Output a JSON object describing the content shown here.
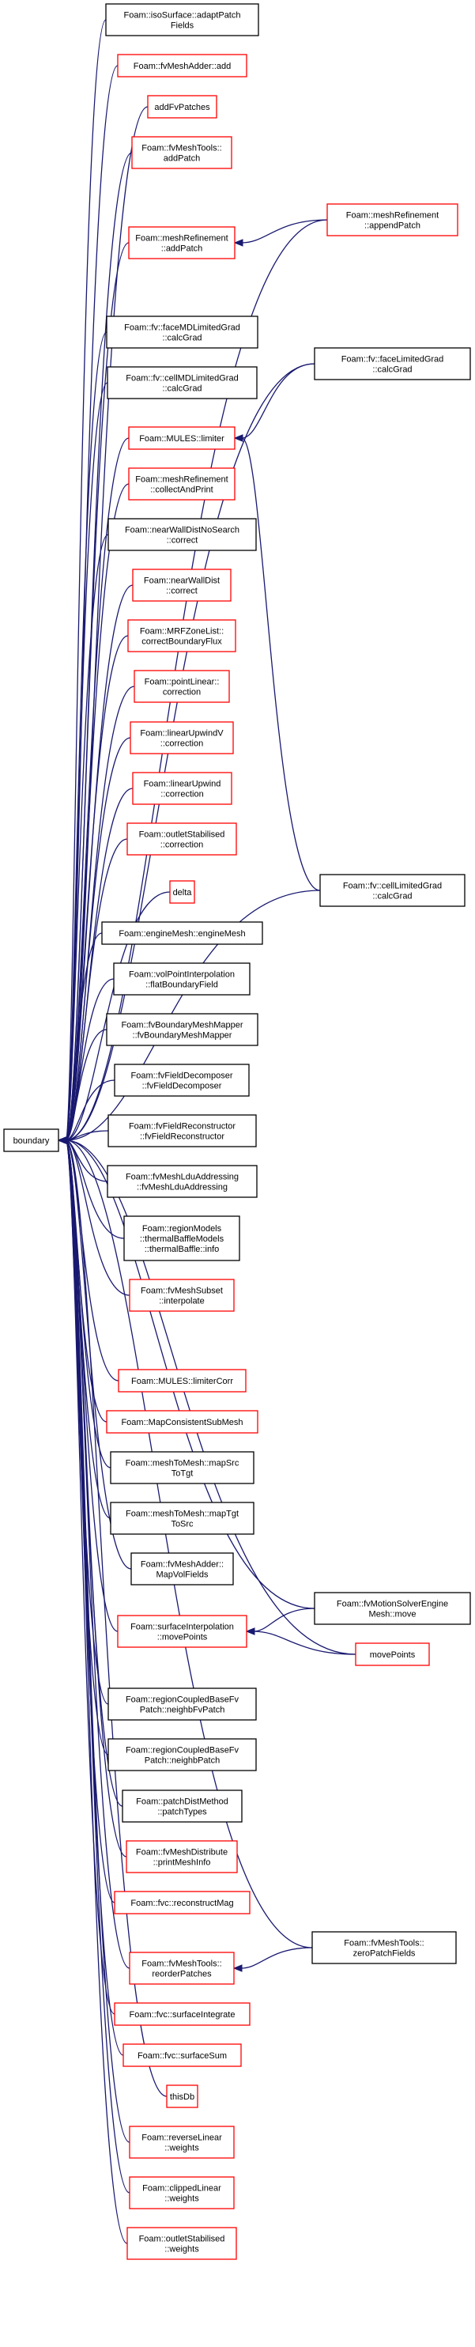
{
  "colors": {
    "edge": "#191970",
    "border_documented": "#000000",
    "border_undocumented": "#ff0000",
    "root_fill": "#bfbfbf",
    "node_fill": "#ffffff",
    "text": "#000000"
  },
  "nodes": [
    {
      "id": "boundary",
      "lines": [
        "boundary"
      ],
      "root": true
    },
    {
      "id": "isoSurface_adaptPatchFields",
      "lines": [
        "Foam::isoSurface::adaptPatch",
        "Fields"
      ],
      "border": "black"
    },
    {
      "id": "fvMeshAdder_add",
      "lines": [
        "Foam::fvMeshAdder::add"
      ],
      "border": "red"
    },
    {
      "id": "addFvPatches",
      "lines": [
        "addFvPatches"
      ],
      "border": "red"
    },
    {
      "id": "fvMeshTools_addPatch",
      "lines": [
        "Foam::fvMeshTools::",
        "addPatch"
      ],
      "border": "red"
    },
    {
      "id": "meshRefinement_addPatch",
      "lines": [
        "Foam::meshRefinement",
        "::addPatch"
      ],
      "border": "red"
    },
    {
      "id": "meshRefinement_appendPatch",
      "lines": [
        "Foam::meshRefinement",
        "::appendPatch"
      ],
      "border": "red"
    },
    {
      "id": "faceMDLimitedGrad_calcGrad",
      "lines": [
        "Foam::fv::faceMDLimitedGrad",
        "::calcGrad"
      ],
      "border": "black"
    },
    {
      "id": "faceLimitedGrad_calcGrad",
      "lines": [
        "Foam::fv::faceLimitedGrad",
        "::calcGrad"
      ],
      "border": "black"
    },
    {
      "id": "cellMDLimitedGrad_calcGrad",
      "lines": [
        "Foam::fv::cellMDLimitedGrad",
        "::calcGrad"
      ],
      "border": "black"
    },
    {
      "id": "MULES_limiter",
      "lines": [
        "Foam::MULES::limiter"
      ],
      "border": "red"
    },
    {
      "id": "meshRefinement_collectAndPrint",
      "lines": [
        "Foam::meshRefinement",
        "::collectAndPrint"
      ],
      "border": "red"
    },
    {
      "id": "nearWallDistNoSearch_correct",
      "lines": [
        "Foam::nearWallDistNoSearch",
        "::correct"
      ],
      "border": "black"
    },
    {
      "id": "nearWallDist_correct",
      "lines": [
        "Foam::nearWallDist",
        "::correct"
      ],
      "border": "red"
    },
    {
      "id": "MRFZoneList_correctBoundaryFlux",
      "lines": [
        "Foam::MRFZoneList::",
        "correctBoundaryFlux"
      ],
      "border": "red"
    },
    {
      "id": "pointLinear_correction",
      "lines": [
        "Foam::pointLinear::",
        "correction"
      ],
      "border": "red"
    },
    {
      "id": "linearUpwindV_correction",
      "lines": [
        "Foam::linearUpwindV",
        "::correction"
      ],
      "border": "red"
    },
    {
      "id": "linearUpwind_correction",
      "lines": [
        "Foam::linearUpwind",
        "::correction"
      ],
      "border": "red"
    },
    {
      "id": "outletStabilised_correction",
      "lines": [
        "Foam::outletStabilised",
        "::correction"
      ],
      "border": "red"
    },
    {
      "id": "cellLimitedGrad_calcGrad",
      "lines": [
        "Foam::fv::cellLimitedGrad",
        "::calcGrad"
      ],
      "border": "black"
    },
    {
      "id": "delta",
      "lines": [
        "delta"
      ],
      "border": "red"
    },
    {
      "id": "engineMesh_engineMesh",
      "lines": [
        "Foam::engineMesh::engineMesh"
      ],
      "border": "black"
    },
    {
      "id": "volPointInterpolation_flatBoundaryField",
      "lines": [
        "Foam::volPointInterpolation",
        "::flatBoundaryField"
      ],
      "border": "black"
    },
    {
      "id": "fvBoundaryMeshMapper",
      "lines": [
        "Foam::fvBoundaryMeshMapper",
        "::fvBoundaryMeshMapper"
      ],
      "border": "black"
    },
    {
      "id": "fvFieldDecomposer",
      "lines": [
        "Foam::fvFieldDecomposer",
        "::fvFieldDecomposer"
      ],
      "border": "black"
    },
    {
      "id": "fvFieldReconstructor",
      "lines": [
        "Foam::fvFieldReconstructor",
        "::fvFieldReconstructor"
      ],
      "border": "black"
    },
    {
      "id": "fvMeshLduAddressing",
      "lines": [
        "Foam::fvMeshLduAddressing",
        "::fvMeshLduAddressing"
      ],
      "border": "black"
    },
    {
      "id": "thermalBaffle_info",
      "lines": [
        "Foam::regionModels",
        "::thermalBaffleModels",
        "::thermalBaffle::info"
      ],
      "border": "black"
    },
    {
      "id": "fvMeshSubset_interpolate",
      "lines": [
        "Foam::fvMeshSubset",
        "::interpolate"
      ],
      "border": "red"
    },
    {
      "id": "MULES_limiterCorr",
      "lines": [
        "Foam::MULES::limiterCorr"
      ],
      "border": "red"
    },
    {
      "id": "MapConsistentSubMesh",
      "lines": [
        "Foam::MapConsistentSubMesh"
      ],
      "border": "red"
    },
    {
      "id": "meshToMesh_mapSrcToTgt",
      "lines": [
        "Foam::meshToMesh::mapSrc",
        "ToTgt"
      ],
      "border": "black"
    },
    {
      "id": "meshToMesh_mapTgtToSrc",
      "lines": [
        "Foam::meshToMesh::mapTgt",
        "ToSrc"
      ],
      "border": "black"
    },
    {
      "id": "fvMeshAdder_MapVolFields",
      "lines": [
        "Foam::fvMeshAdder::",
        "MapVolFields"
      ],
      "border": "black"
    },
    {
      "id": "surfaceInterpolation_movePoints",
      "lines": [
        "Foam::surfaceInterpolation",
        "::movePoints"
      ],
      "border": "red"
    },
    {
      "id": "fvMotionSolverEngineMesh_move",
      "lines": [
        "Foam::fvMotionSolverEngine",
        "Mesh::move"
      ],
      "border": "black"
    },
    {
      "id": "movePoints",
      "lines": [
        "movePoints"
      ],
      "border": "red"
    },
    {
      "id": "regionCoupledBaseFvPatch_neighbFvPatch",
      "lines": [
        "Foam::regionCoupledBaseFv",
        "Patch::neighbFvPatch"
      ],
      "border": "black"
    },
    {
      "id": "regionCoupledBaseFvPatch_neighbPatch",
      "lines": [
        "Foam::regionCoupledBaseFv",
        "Patch::neighbPatch"
      ],
      "border": "black"
    },
    {
      "id": "patchDistMethod_patchTypes",
      "lines": [
        "Foam::patchDistMethod",
        "::patchTypes"
      ],
      "border": "black"
    },
    {
      "id": "fvMeshDistribute_printMeshInfo",
      "lines": [
        "Foam::fvMeshDistribute",
        "::printMeshInfo"
      ],
      "border": "red"
    },
    {
      "id": "fvc_reconstructMag",
      "lines": [
        "Foam::fvc::reconstructMag"
      ],
      "border": "red"
    },
    {
      "id": "fvMeshTools_zeroPatchFields",
      "lines": [
        "Foam::fvMeshTools::",
        "zeroPatchFields"
      ],
      "border": "black"
    },
    {
      "id": "fvMeshTools_reorderPatches",
      "lines": [
        "Foam::fvMeshTools::",
        "reorderPatches"
      ],
      "border": "red"
    },
    {
      "id": "fvc_surfaceIntegrate",
      "lines": [
        "Foam::fvc::surfaceIntegrate"
      ],
      "border": "red"
    },
    {
      "id": "fvc_surfaceSum",
      "lines": [
        "Foam::fvc::surfaceSum"
      ],
      "border": "red"
    },
    {
      "id": "thisDb",
      "lines": [
        "thisDb"
      ],
      "border": "red"
    },
    {
      "id": "reverseLinear_weights",
      "lines": [
        "Foam::reverseLinear",
        "::weights"
      ],
      "border": "red"
    },
    {
      "id": "clippedLinear_weights",
      "lines": [
        "Foam::clippedLinear",
        "::weights"
      ],
      "border": "red"
    },
    {
      "id": "outletStabilised_weights",
      "lines": [
        "Foam::outletStabilised",
        "::weights"
      ],
      "border": "red"
    }
  ],
  "edges": [
    {
      "from": "isoSurface_adaptPatchFields",
      "to": "boundary"
    },
    {
      "from": "fvMeshAdder_add",
      "to": "boundary"
    },
    {
      "from": "addFvPatches",
      "to": "boundary"
    },
    {
      "from": "fvMeshTools_addPatch",
      "to": "boundary"
    },
    {
      "from": "meshRefinement_addPatch",
      "to": "boundary"
    },
    {
      "from": "meshRefinement_appendPatch",
      "to": "boundary"
    },
    {
      "from": "meshRefinement_appendPatch",
      "to": "meshRefinement_addPatch"
    },
    {
      "from": "faceMDLimitedGrad_calcGrad",
      "to": "boundary"
    },
    {
      "from": "faceLimitedGrad_calcGrad",
      "to": "boundary"
    },
    {
      "from": "faceLimitedGrad_calcGrad",
      "to": "MULES_limiter"
    },
    {
      "from": "cellMDLimitedGrad_calcGrad",
      "to": "boundary"
    },
    {
      "from": "MULES_limiter",
      "to": "boundary"
    },
    {
      "from": "meshRefinement_collectAndPrint",
      "to": "boundary"
    },
    {
      "from": "nearWallDistNoSearch_correct",
      "to": "boundary"
    },
    {
      "from": "nearWallDist_correct",
      "to": "boundary"
    },
    {
      "from": "MRFZoneList_correctBoundaryFlux",
      "to": "boundary"
    },
    {
      "from": "pointLinear_correction",
      "to": "boundary"
    },
    {
      "from": "linearUpwindV_correction",
      "to": "boundary"
    },
    {
      "from": "linearUpwind_correction",
      "to": "boundary"
    },
    {
      "from": "outletStabilised_correction",
      "to": "boundary"
    },
    {
      "from": "cellLimitedGrad_calcGrad",
      "to": "boundary"
    },
    {
      "from": "cellLimitedGrad_calcGrad",
      "to": "MULES_limiter"
    },
    {
      "from": "delta",
      "to": "boundary"
    },
    {
      "from": "engineMesh_engineMesh",
      "to": "boundary"
    },
    {
      "from": "volPointInterpolation_flatBoundaryField",
      "to": "boundary"
    },
    {
      "from": "fvBoundaryMeshMapper",
      "to": "boundary"
    },
    {
      "from": "fvFieldDecomposer",
      "to": "boundary"
    },
    {
      "from": "fvFieldReconstructor",
      "to": "boundary"
    },
    {
      "from": "fvMeshLduAddressing",
      "to": "boundary"
    },
    {
      "from": "thermalBaffle_info",
      "to": "boundary"
    },
    {
      "from": "fvMeshSubset_interpolate",
      "to": "boundary"
    },
    {
      "from": "MULES_limiterCorr",
      "to": "boundary"
    },
    {
      "from": "MapConsistentSubMesh",
      "to": "boundary"
    },
    {
      "from": "meshToMesh_mapSrcToTgt",
      "to": "boundary"
    },
    {
      "from": "meshToMesh_mapTgtToSrc",
      "to": "boundary"
    },
    {
      "from": "fvMeshAdder_MapVolFields",
      "to": "boundary"
    },
    {
      "from": "surfaceInterpolation_movePoints",
      "to": "boundary"
    },
    {
      "from": "fvMotionSolverEngineMesh_move",
      "to": "boundary"
    },
    {
      "from": "fvMotionSolverEngineMesh_move",
      "to": "surfaceInterpolation_movePoints"
    },
    {
      "from": "movePoints",
      "to": "boundary"
    },
    {
      "from": "movePoints",
      "to": "surfaceInterpolation_movePoints"
    },
    {
      "from": "regionCoupledBaseFvPatch_neighbFvPatch",
      "to": "boundary"
    },
    {
      "from": "regionCoupledBaseFvPatch_neighbPatch",
      "to": "boundary"
    },
    {
      "from": "patchDistMethod_patchTypes",
      "to": "boundary"
    },
    {
      "from": "fvMeshDistribute_printMeshInfo",
      "to": "boundary"
    },
    {
      "from": "fvc_reconstructMag",
      "to": "boundary"
    },
    {
      "from": "fvMeshTools_zeroPatchFields",
      "to": "boundary"
    },
    {
      "from": "fvMeshTools_zeroPatchFields",
      "to": "fvMeshTools_reorderPatches"
    },
    {
      "from": "fvMeshTools_reorderPatches",
      "to": "boundary"
    },
    {
      "from": "fvc_surfaceIntegrate",
      "to": "boundary"
    },
    {
      "from": "fvc_surfaceSum",
      "to": "boundary"
    },
    {
      "from": "thisDb",
      "to": "boundary"
    },
    {
      "from": "reverseLinear_weights",
      "to": "boundary"
    },
    {
      "from": "clippedLinear_weights",
      "to": "boundary"
    },
    {
      "from": "outletStabilised_weights",
      "to": "boundary"
    }
  ]
}
